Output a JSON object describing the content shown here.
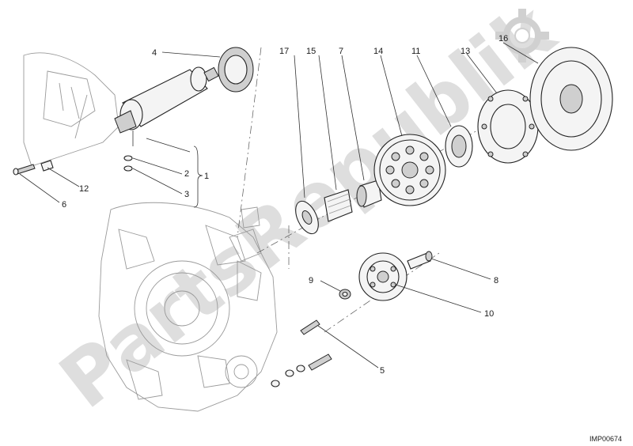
{
  "diagram": {
    "watermark": "PartsRepublik",
    "image_code": "IMP00674",
    "callouts": {
      "c1": "1",
      "c2": "2",
      "c3": "3",
      "c4": "4",
      "c5": "5",
      "c6": "6",
      "c7": "7",
      "c8": "8",
      "c9": "9",
      "c10": "10",
      "c11": "11",
      "c12": "12",
      "c13": "13",
      "c14": "14",
      "c15": "15",
      "c16": "16",
      "c17": "17"
    }
  }
}
